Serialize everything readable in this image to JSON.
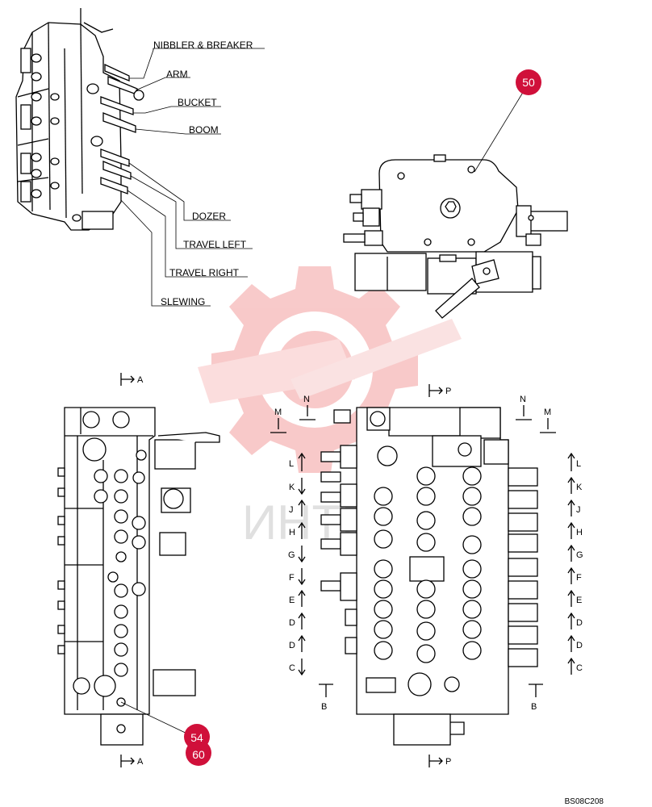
{
  "colors": {
    "callout": "#d0103a",
    "watermark": "#f4a0a0",
    "line": "#000000"
  },
  "functions": [
    "NIBBLER & BREAKER",
    "ARM",
    "BUCKET",
    "BOOM",
    "DOZER",
    "TRAVEL LEFT",
    "TRAVEL RIGHT",
    "SLEWING"
  ],
  "callouts": {
    "c50": "50",
    "c54": "54",
    "c60": "60"
  },
  "sections": {
    "A": "A",
    "P": "P",
    "M": "M",
    "N": "N",
    "B": "B",
    "L": "L",
    "K": "K",
    "J": "J",
    "H": "H",
    "G": "G",
    "F": "F",
    "E": "E",
    "D": "D",
    "C": "C"
  },
  "watermark_text": "ИНТЕХ",
  "drawing_code": "BS08C208"
}
